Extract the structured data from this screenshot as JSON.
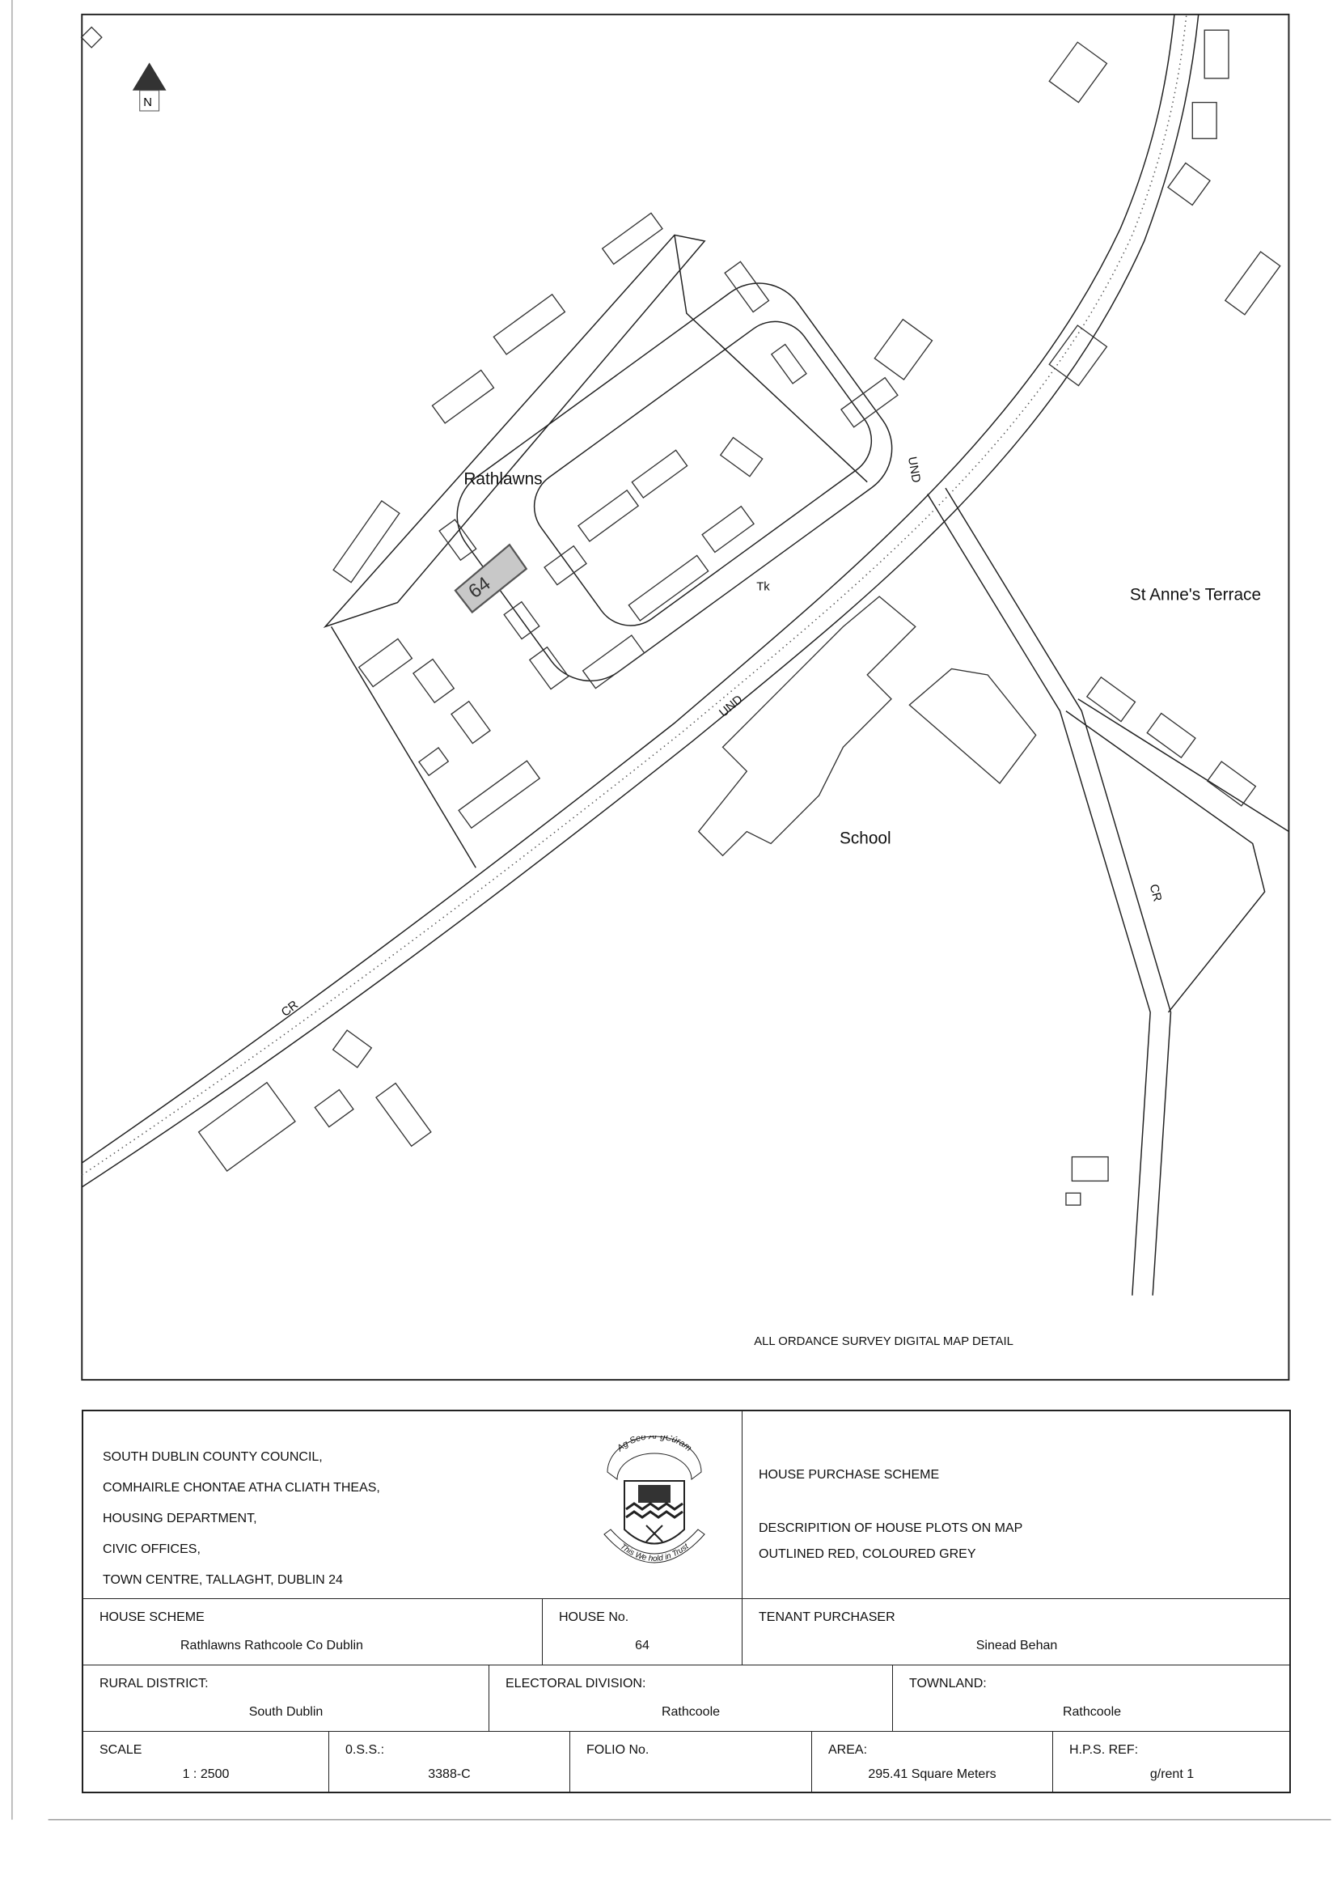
{
  "map": {
    "north_label": "N",
    "labels": {
      "rathlawns": "Rathlawns",
      "st_annes": "St Anne's Terrace",
      "school": "School",
      "tk": "Tk",
      "und1": "UND",
      "und2": "UND",
      "cr1": "CR",
      "cr2": "CR",
      "plot_number": "64"
    },
    "footer_note": "ALL ORDANCE SURVEY DIGITAL MAP DETAIL",
    "plot_color": "#c8c8c8"
  },
  "title_block": {
    "address": [
      "SOUTH DUBLIN COUNTY COUNCIL,",
      "COMHAIRLE CHONTAE ATHA CLIATH THEAS,",
      "HOUSING DEPARTMENT,",
      "CIVIC OFFICES,",
      "TOWN CENTRE, TALLAGHT, DUBLIN 24"
    ],
    "crest_motto_top": "Ag Seo Ár gCúram",
    "crest_motto_bottom": "This We hold in Trust",
    "scheme_title": "HOUSE PURCHASE SCHEME",
    "description_1": "DESCRIPITION OF HOUSE PLOTS ON MAP",
    "description_2": "OUTLINED RED, COLOURED GREY",
    "house_scheme": {
      "label": "HOUSE SCHEME",
      "value": "Rathlawns Rathcoole Co Dublin"
    },
    "house_no": {
      "label": "HOUSE No.",
      "value": "64"
    },
    "tenant": {
      "label": "TENANT PURCHASER",
      "value": "Sinead Behan"
    },
    "rural_district": {
      "label": "RURAL DISTRICT:",
      "value": "South Dublin"
    },
    "electoral_division": {
      "label": "ELECTORAL DIVISION:",
      "value": "Rathcoole"
    },
    "townland": {
      "label": "TOWNLAND:",
      "value": "Rathcoole"
    },
    "scale": {
      "label": "SCALE",
      "value": "1 : 2500"
    },
    "oss": {
      "label": "0.S.S.:",
      "value": "3388-C"
    },
    "folio": {
      "label": "FOLIO No.",
      "value": ""
    },
    "area": {
      "label": "AREA:",
      "value": "295.41 Square Meters"
    },
    "hps": {
      "label": "H.P.S. REF:",
      "value": "g/rent 1"
    }
  }
}
